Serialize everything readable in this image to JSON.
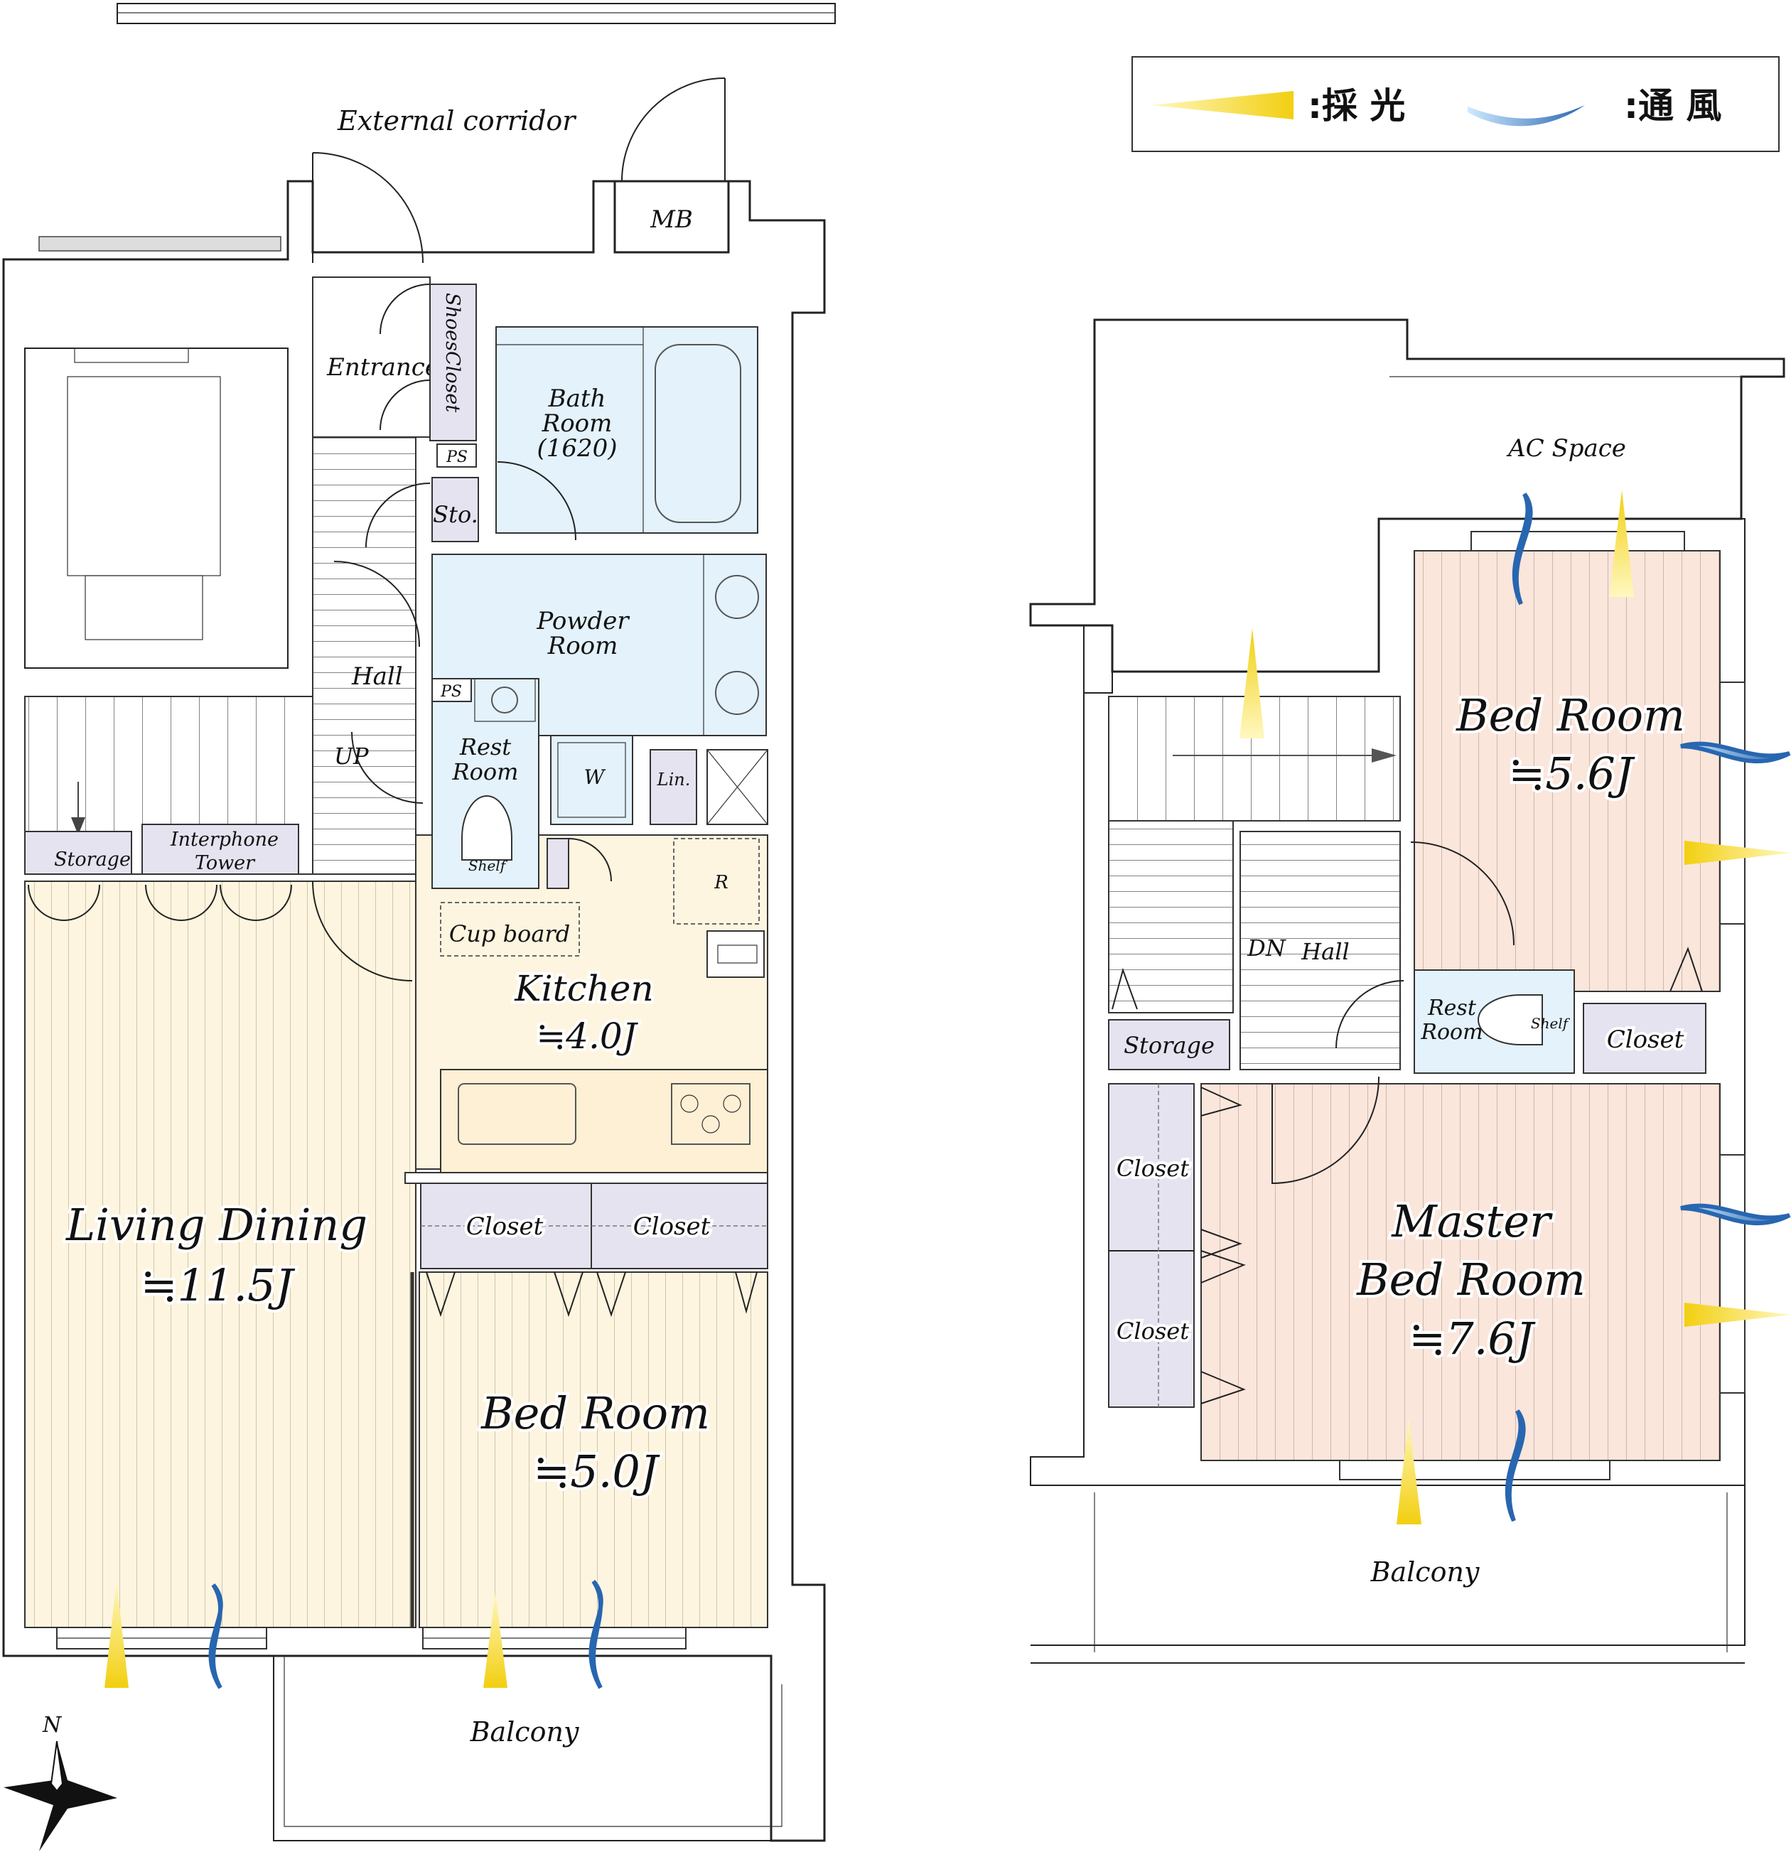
{
  "legend": {
    "light_mark": ":採 光",
    "wind_mark": ":通 風"
  },
  "colors": {
    "living_floor": "#fdf5e0",
    "bedroom_upper_floor": "#fbe6dc",
    "wet_area": "#e3f2fb",
    "storage": "#e6e3f0",
    "light_arrow": "#f4d21a",
    "wind_arrow": "#2f6fb5"
  },
  "compass": {
    "north_label": "N"
  },
  "lower_floor": {
    "external_corridor": "External corridor",
    "mb": "MB",
    "entrance": "Entrance",
    "shoes_closet": "ShoesCloset",
    "bath_room": [
      "Bath",
      "Room",
      "(1620)"
    ],
    "ps_1": "PS",
    "storage_small": "Sto.",
    "powder_room": [
      "Powder",
      "Room"
    ],
    "ps_2": "PS",
    "hall": "Hall",
    "up": "UP",
    "rest_room": [
      "Rest",
      "Room"
    ],
    "shelf": "Shelf",
    "washer": "W",
    "linen": "Lin.",
    "fridge": "R",
    "storage": "Storage",
    "interphone_tower": [
      "Interphone",
      "Tower"
    ],
    "cup_board": "Cup board",
    "kitchen": {
      "name": "Kitchen",
      "size": "≒4.0J"
    },
    "living_dining": {
      "name": "Living Dining",
      "size": "≒11.5J"
    },
    "closet_1": "Closet",
    "closet_2": "Closet",
    "bed_room": {
      "name": "Bed Room",
      "size": "≒5.0J"
    },
    "balcony": "Balcony"
  },
  "upper_floor": {
    "ac_space": "AC Space",
    "bed_room": {
      "name": "Bed Room",
      "size": "≒5.6J"
    },
    "dn": "DN",
    "hall": "Hall",
    "rest_room": [
      "Rest",
      "Room"
    ],
    "shelf": "Shelf",
    "closet_small": "Closet",
    "storage": "Storage",
    "closet_1": "Closet",
    "closet_2": "Closet",
    "master_bed_room": {
      "name_line1": "Master",
      "name_line2": "Bed Room",
      "size": "≒7.6J"
    },
    "balcony": "Balcony"
  }
}
